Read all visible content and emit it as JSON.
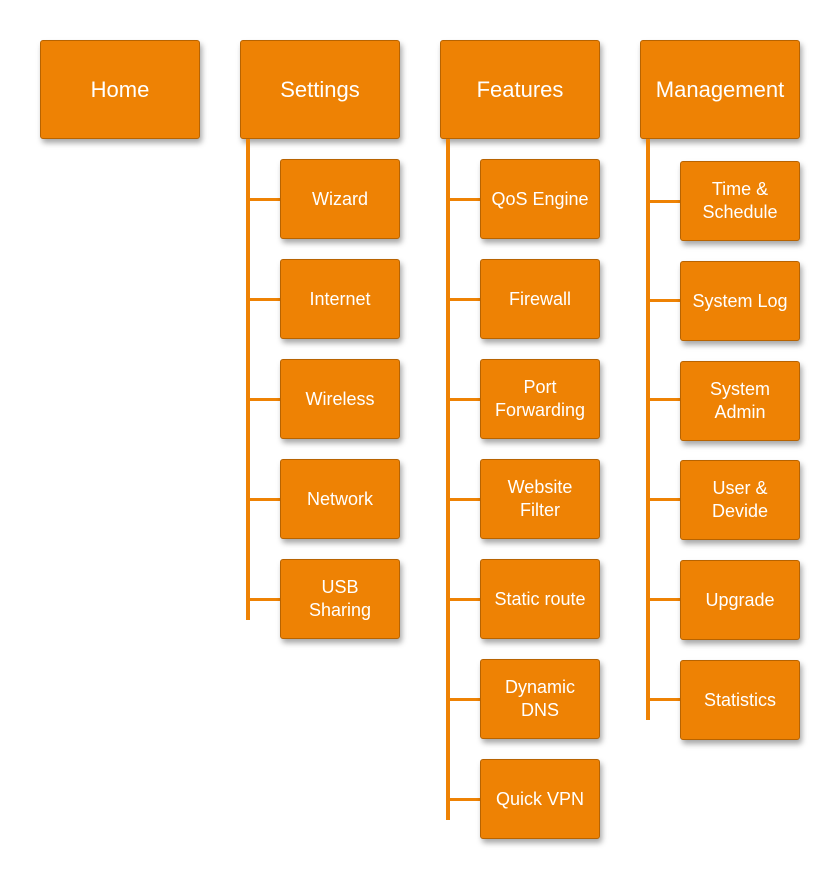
{
  "menu": {
    "color": "#ee8204",
    "columns": [
      {
        "title": "Home",
        "items": []
      },
      {
        "title": "Settings",
        "items": [
          "Wizard",
          "Internet",
          "Wireless",
          "Network",
          "USB\nSharing"
        ]
      },
      {
        "title": "Features",
        "items": [
          "QoS Engine",
          "Firewall",
          "Port\nForwarding",
          "Website\nFilter",
          "Static route",
          "Dynamic\nDNS",
          "Quick VPN"
        ]
      },
      {
        "title": "Management",
        "items": [
          "Time &\nSchedule",
          "System Log",
          "System\nAdmin",
          "User &\nDevide",
          "Upgrade",
          "Statistics"
        ]
      }
    ]
  }
}
